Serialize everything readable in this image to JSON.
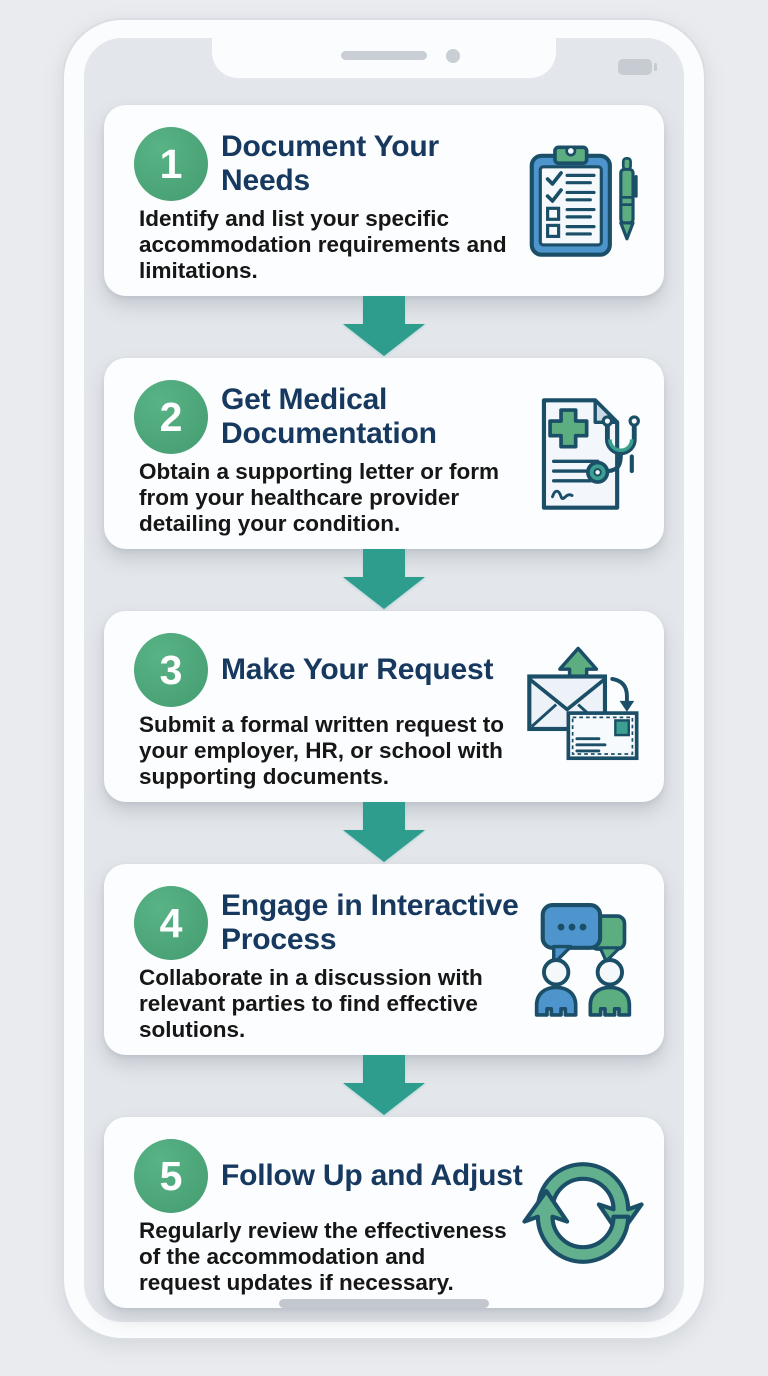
{
  "infographic": {
    "steps": [
      {
        "number": "1",
        "title": "Document Your\nNeeds",
        "description": "Identify and list your specific\naccommodation requirements and\nlimitations.",
        "icon": "clipboard-checklist"
      },
      {
        "number": "2",
        "title": "Get Medical\nDocumentation",
        "description": "Obtain a supporting letter or form\nfrom your healthcare provider\ndetailing your condition.",
        "icon": "medical-document-stethoscope"
      },
      {
        "number": "3",
        "title": "Make Your Request",
        "description": "Submit a formal written request to\nyour employer, HR, or school with\nsupporting documents.",
        "icon": "envelope-send"
      },
      {
        "number": "4",
        "title": "Engage in Interactive\nProcess",
        "description": "Collaborate in a discussion with\nrelevant parties to find effective\nsolutions.",
        "icon": "discussion-people"
      },
      {
        "number": "5",
        "title": "Follow Up and Adjust",
        "description": "Regularly review the effectiveness\nof the accommodation and\nrequest updates if necessary.",
        "icon": "refresh-cycle"
      }
    ],
    "colors": {
      "step_circle_green": "#4ca87b",
      "arrow_teal": "#2f9d8e",
      "title_navy": "#17395f",
      "body_text": "#161616",
      "icon_outline_navy": "#1b4f68",
      "icon_blue": "#4e95cd",
      "icon_green": "#5cad80",
      "icon_teal": "#3ba08f",
      "card_background": "#fcfdfe",
      "screen_background": "#e3e6ea",
      "phone_frame": "#fbfcfd"
    }
  }
}
